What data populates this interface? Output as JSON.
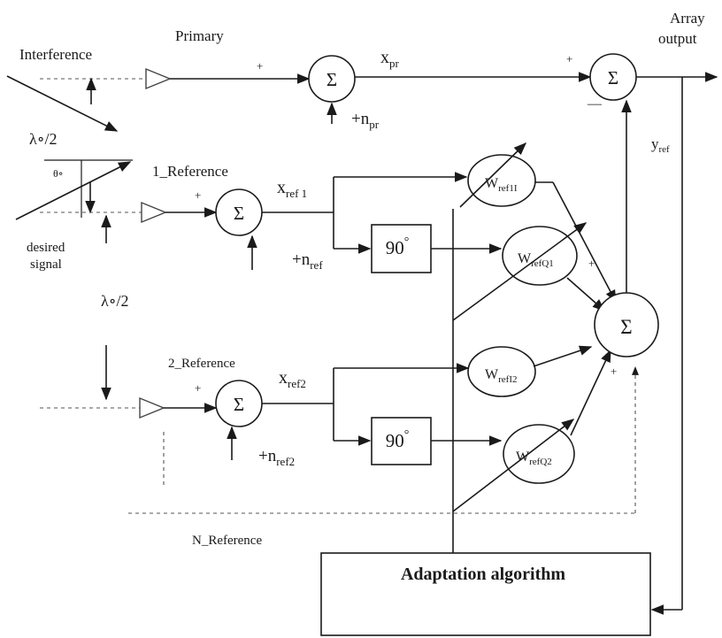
{
  "labels": {
    "interference": "Interference",
    "primary": "Primary",
    "array_output_1": "Array",
    "array_output_2": "output",
    "lambda_half_1": "λ∘/2",
    "lambda_half_2": "λ∘/2",
    "theta": "θ∘",
    "desired_1": "desired",
    "desired_2": "signal",
    "ref1": "1_Reference",
    "ref2": "2_Reference",
    "refn": "N_Reference",
    "plus": "+",
    "minus": "—"
  },
  "signals": {
    "x_pr": {
      "main": "x",
      "sub": "pr"
    },
    "n_pr": {
      "main": "+n",
      "sub": "pr"
    },
    "x_ref1": {
      "main": "x",
      "sub": "ref 1"
    },
    "n_ref": {
      "main": "+n",
      "sub": "ref"
    },
    "x_ref2": {
      "main": "x",
      "sub": "ref2"
    },
    "n_ref2": {
      "main": "+n",
      "sub": "ref2"
    },
    "y_ref": {
      "main": "y",
      "sub": "ref"
    }
  },
  "weights": {
    "w_ref1i": {
      "main": "W",
      "sub": "ref1I"
    },
    "w_refq1": {
      "main": "W",
      "sub": "refQ1"
    },
    "w_ref2i": {
      "main": "W",
      "sub": "refI2"
    },
    "w_refq2": {
      "main": "W",
      "sub": "refQ2"
    }
  },
  "blocks": {
    "sum_symbol": "Σ",
    "phase_shift_1": "90",
    "phase_shift_2": "90",
    "degree": "°",
    "adaptation": "Adaptation algorithm"
  }
}
